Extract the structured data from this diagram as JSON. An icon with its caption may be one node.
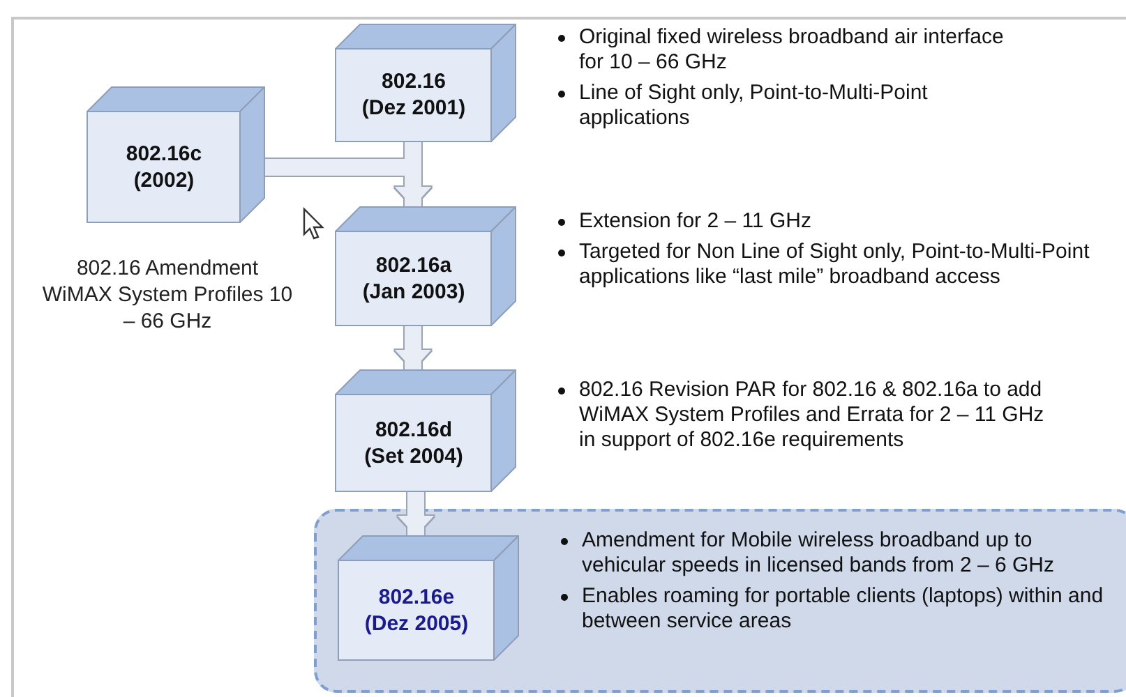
{
  "diagram": {
    "nodes": [
      {
        "text": [
          "802.16",
          "(Dez 2001)"
        ],
        "beside": [
          "Original fixed wireless broadband air interface for 10 – 66 GHz",
          "Line of Sight only, Point-to-Multi-Point applications"
        ]
      },
      {
        "text": [
          "802.16c",
          "(2002)"
        ],
        "beside": [
          "802.16 Amendment WiMAX System Profiles 10 – 66 GHz"
        ]
      },
      {
        "text": [
          "802.16a",
          "(Jan 2003)"
        ],
        "beside": [
          "Extension for 2 – 11 GHz",
          "Targeted for Non Line of Sight only, Point-to-Multi-Point applications like “last mile” broadband access"
        ]
      },
      {
        "text": [
          "802.16d",
          "(Set 2004)"
        ],
        "beside": [
          "802.16 Revision PAR for 802.16 & 802.16a to add WiMAX System Profiles and Errata for 2 – 11 GHz in support of 802.16e requirements"
        ]
      },
      {
        "text": [
          "Amendment for Mobile wireless broadband up to vehicular speeds in licensed bands from 2 – 6 GHz",
          "Enables roaming for portable clients (laptops) within and between service areas"
        ]
      },
      {
        "text": [
          "802.16e",
          "(Dez 2005)"
        ],
        "in": 4
      }
    ],
    "edges": [
      {
        "from": 0,
        "to": 2,
        "arrow": "to"
      },
      {
        "from": 1,
        "to": 2,
        "arrow": "to"
      },
      {
        "from": 2,
        "to": 3,
        "arrow": "to"
      },
      {
        "from": 3,
        "to": 5,
        "arrow": "to"
      }
    ]
  }
}
